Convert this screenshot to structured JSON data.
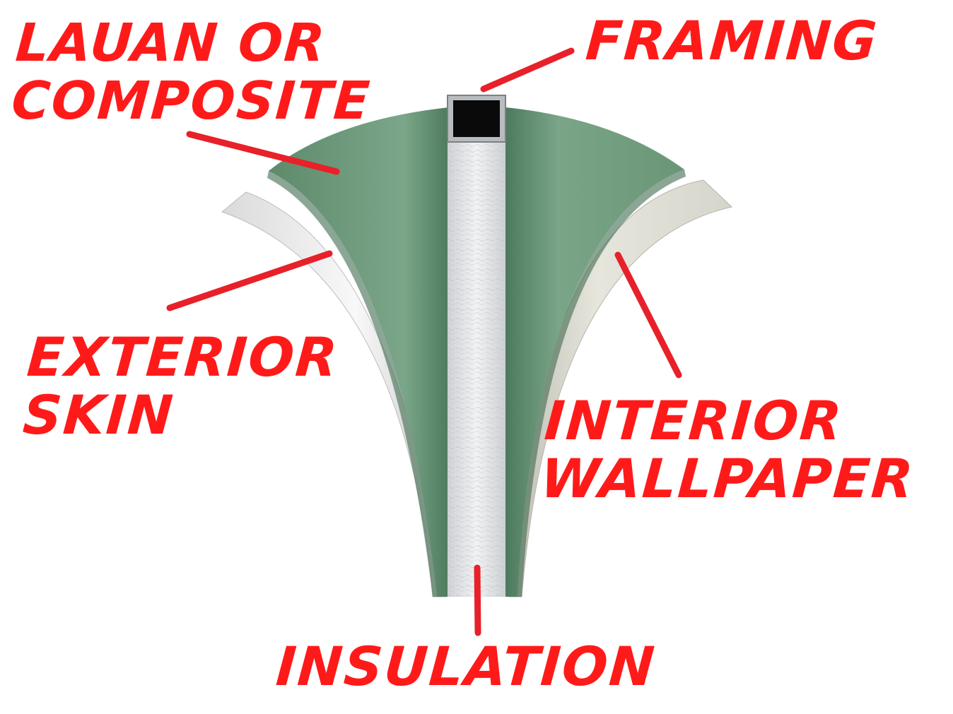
{
  "colors": {
    "label": "#ff1a1a",
    "leader_line": "#e8202a",
    "core_board": "#6e9b7e",
    "core_board_dark": "#4f7a60",
    "exterior_skin": "#ececec",
    "interior_wallpaper": "#dcdcd2",
    "insulation": "#e4e6e8",
    "framing_tube": "#0a0a0a",
    "framing_metal": "#b9bcbf",
    "background": "#ffffff"
  },
  "labels": {
    "lauan": [
      "LAUAN OR",
      "COMPOSITE"
    ],
    "framing": "FRAMING",
    "exterior": [
      "EXTERIOR",
      "SKIN"
    ],
    "interior": [
      "INTERIOR",
      "WALLPAPER"
    ],
    "insulation": "INSULATION"
  }
}
